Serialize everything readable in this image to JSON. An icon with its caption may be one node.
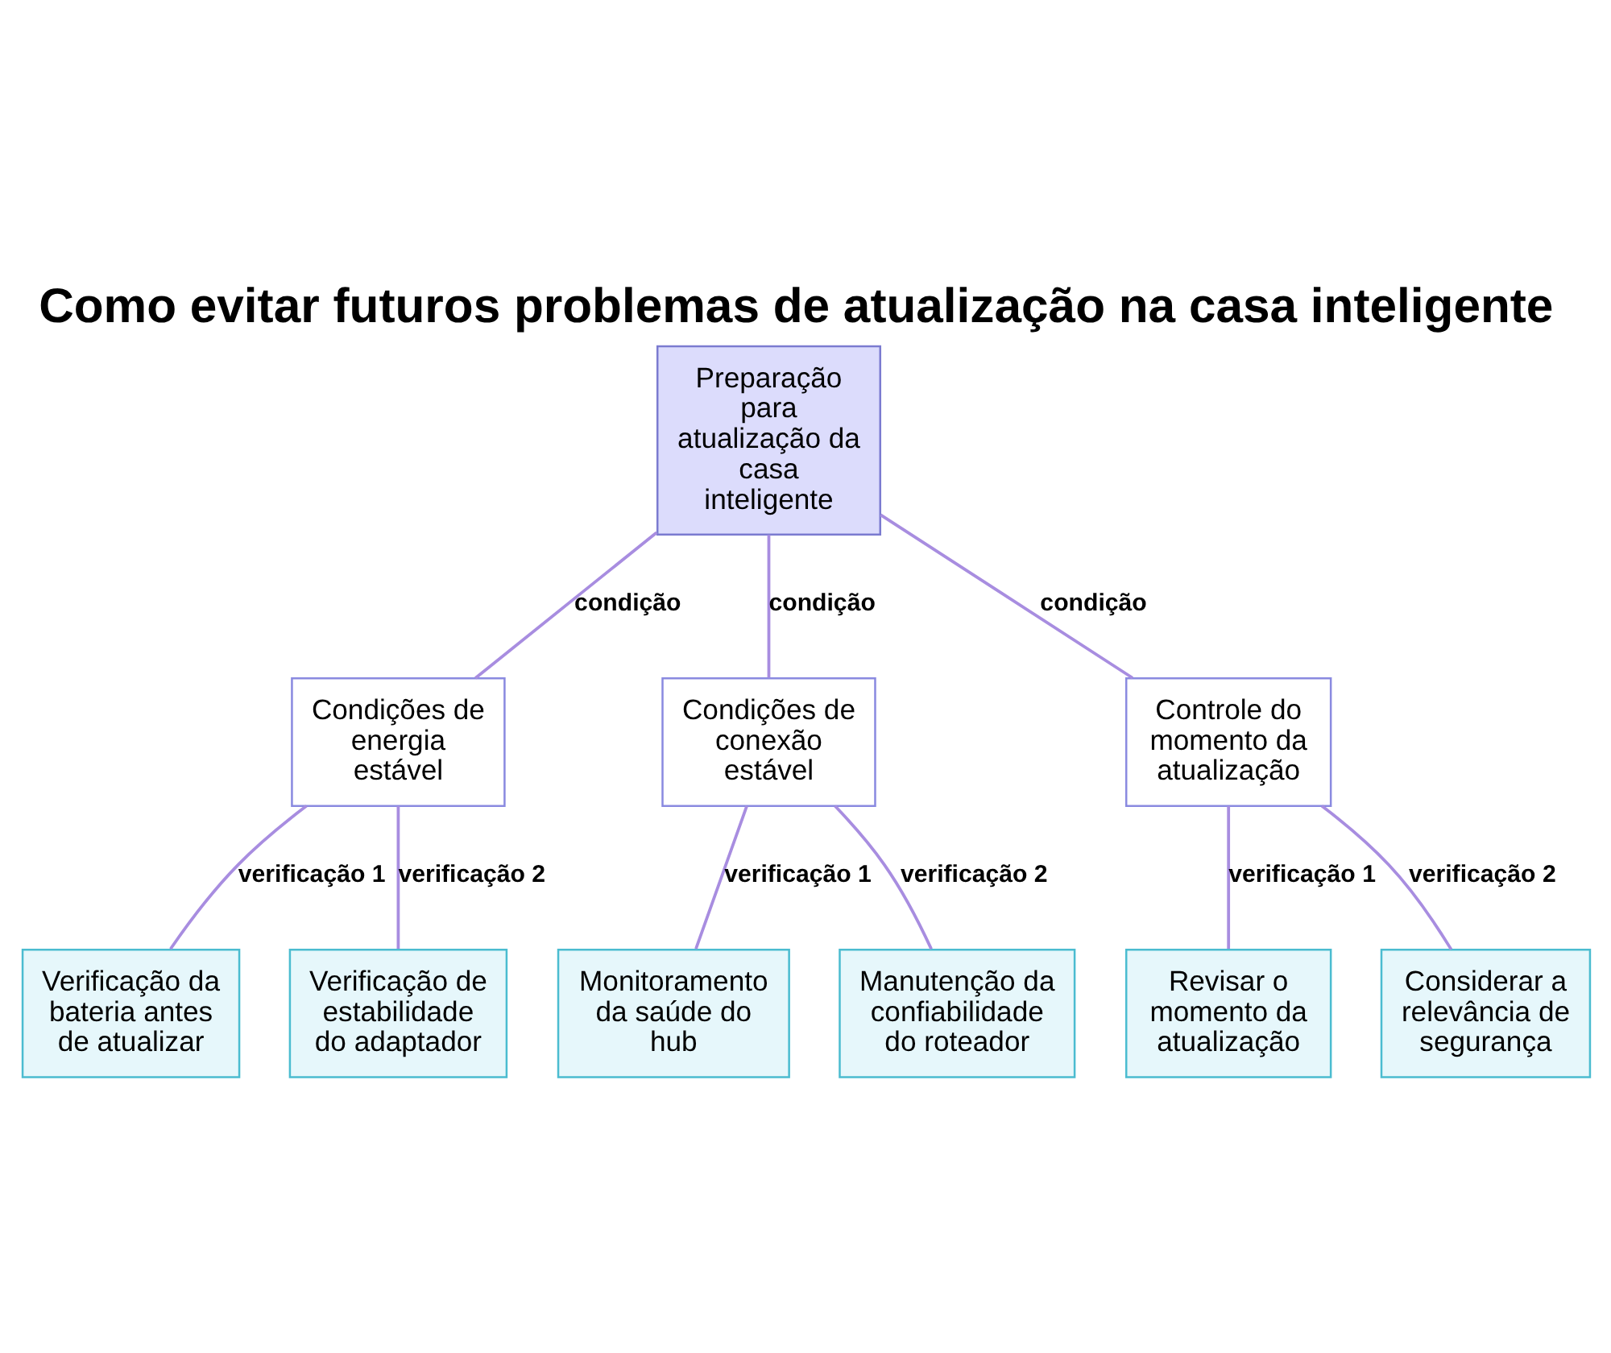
{
  "diagram": {
    "title": "Como evitar futuros problemas de atualização na casa inteligente",
    "nodes": [
      {
        "text": [
          "Preparação para atualização da casa inteligente"
        ]
      },
      {
        "text": [
          "Condições de energia estável"
        ]
      },
      {
        "text": [
          "Condições de conexão estável"
        ]
      },
      {
        "text": [
          "Controle do momento da atualização"
        ]
      },
      {
        "text": [
          "Verificação da bateria antes de atualizar"
        ]
      },
      {
        "text": [
          "Verificação de estabilidade do adaptador"
        ]
      },
      {
        "text": [
          "Monitoramento da saúde do hub"
        ]
      },
      {
        "text": [
          "Manutenção da confiabilidade do roteador"
        ]
      },
      {
        "text": [
          "Revisar o momento da atualização"
        ]
      },
      {
        "text": [
          "Considerar a relevância de segurança"
        ]
      }
    ],
    "edges": [
      {
        "from": 0,
        "to": 1,
        "arrow": "none",
        "label": "condição"
      },
      {
        "from": 0,
        "to": 2,
        "arrow": "none",
        "label": "condição"
      },
      {
        "from": 0,
        "to": 3,
        "arrow": "none",
        "label": "condição"
      },
      {
        "from": 1,
        "to": 4,
        "arrow": "none",
        "label": "verificação 1"
      },
      {
        "from": 1,
        "to": 5,
        "arrow": "none",
        "label": "verificação 2"
      },
      {
        "from": 2,
        "to": 6,
        "arrow": "none",
        "label": "verificação 1"
      },
      {
        "from": 2,
        "to": 7,
        "arrow": "none",
        "label": "verificação 2"
      },
      {
        "from": 3,
        "to": 8,
        "arrow": "none",
        "label": "verificação 1"
      },
      {
        "from": 3,
        "to": 9,
        "arrow": "none",
        "label": "verificação 2"
      }
    ]
  }
}
